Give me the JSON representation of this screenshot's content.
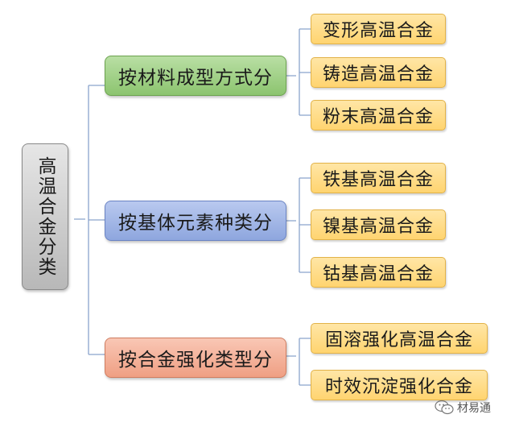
{
  "root": {
    "label": "高温合金分类"
  },
  "categories": [
    {
      "label": "按材料成型方式分",
      "color": "#a6d18f",
      "items": [
        "变形高温合金",
        "铸造高温合金",
        "粉末高温合金"
      ]
    },
    {
      "label": "按基体元素种类分",
      "color": "#a3b8e8",
      "items": [
        "铁基高温合金",
        "镍基高温合金",
        "钴基高温合金"
      ]
    },
    {
      "label": "按合金强化类型分",
      "color": "#f4b39c",
      "items": [
        "固溶强化高温合金",
        "时效沉淀强化合金"
      ]
    }
  ],
  "leaf_color": "#ffdc85",
  "connector_color": "#8aa3cc",
  "watermark": {
    "icon": "wechat-icon",
    "text": "材易通"
  }
}
